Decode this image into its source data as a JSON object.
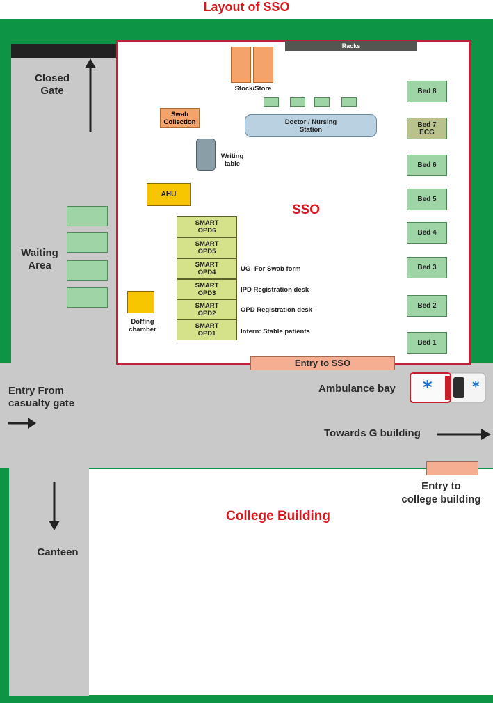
{
  "title": "Layout of SSO",
  "labels": {
    "closed_gate": "Closed\nGate",
    "waiting_area": "Waiting\nArea",
    "entry_casualty": "Entry From\ncasualty gate",
    "canteen": "Canteen",
    "sso": "SSO",
    "racks": "Racks",
    "stock_store": "Stock/Store",
    "swab_collection": "Swab\nCollection",
    "nursing_station": "Doctor / Nursing\nStation",
    "writing_table": "Writing\ntable",
    "ahu": "AHU",
    "doffing_chamber": "Doffing\nchamber",
    "entry_sso": "Entry to SSO",
    "ambulance_bay": "Ambulance bay",
    "towards_g": "Towards G building",
    "college_building": "College Building",
    "entry_college": "Entry to\ncollege building"
  },
  "beds": [
    "Bed 8",
    "Bed 7\nECG",
    "Bed 6",
    "Bed 5",
    "Bed 4",
    "Bed 3",
    "Bed 2",
    "Bed 1"
  ],
  "opds": [
    "SMART\nOPD6",
    "SMART\nOPD5",
    "SMART\nOPD4",
    "SMART\nOPD3",
    "SMART\nOPD2",
    "SMART\nOPD1"
  ],
  "opd_notes": [
    "UG -For Swab form",
    "IPD Registration desk",
    "OPD Registration desk",
    "Intern: Stable patients"
  ],
  "colors": {
    "outside": "#0d9445",
    "road": "#c9c9c9",
    "sso_border": "#c0203a",
    "title_red": "#d7191f",
    "bed": "#9fd5a6",
    "bed7": "#b7c28c",
    "opd": "#d6e289",
    "orange": "#f4a46a",
    "ahu": "#f7c600",
    "station": "#b9d1e0"
  }
}
